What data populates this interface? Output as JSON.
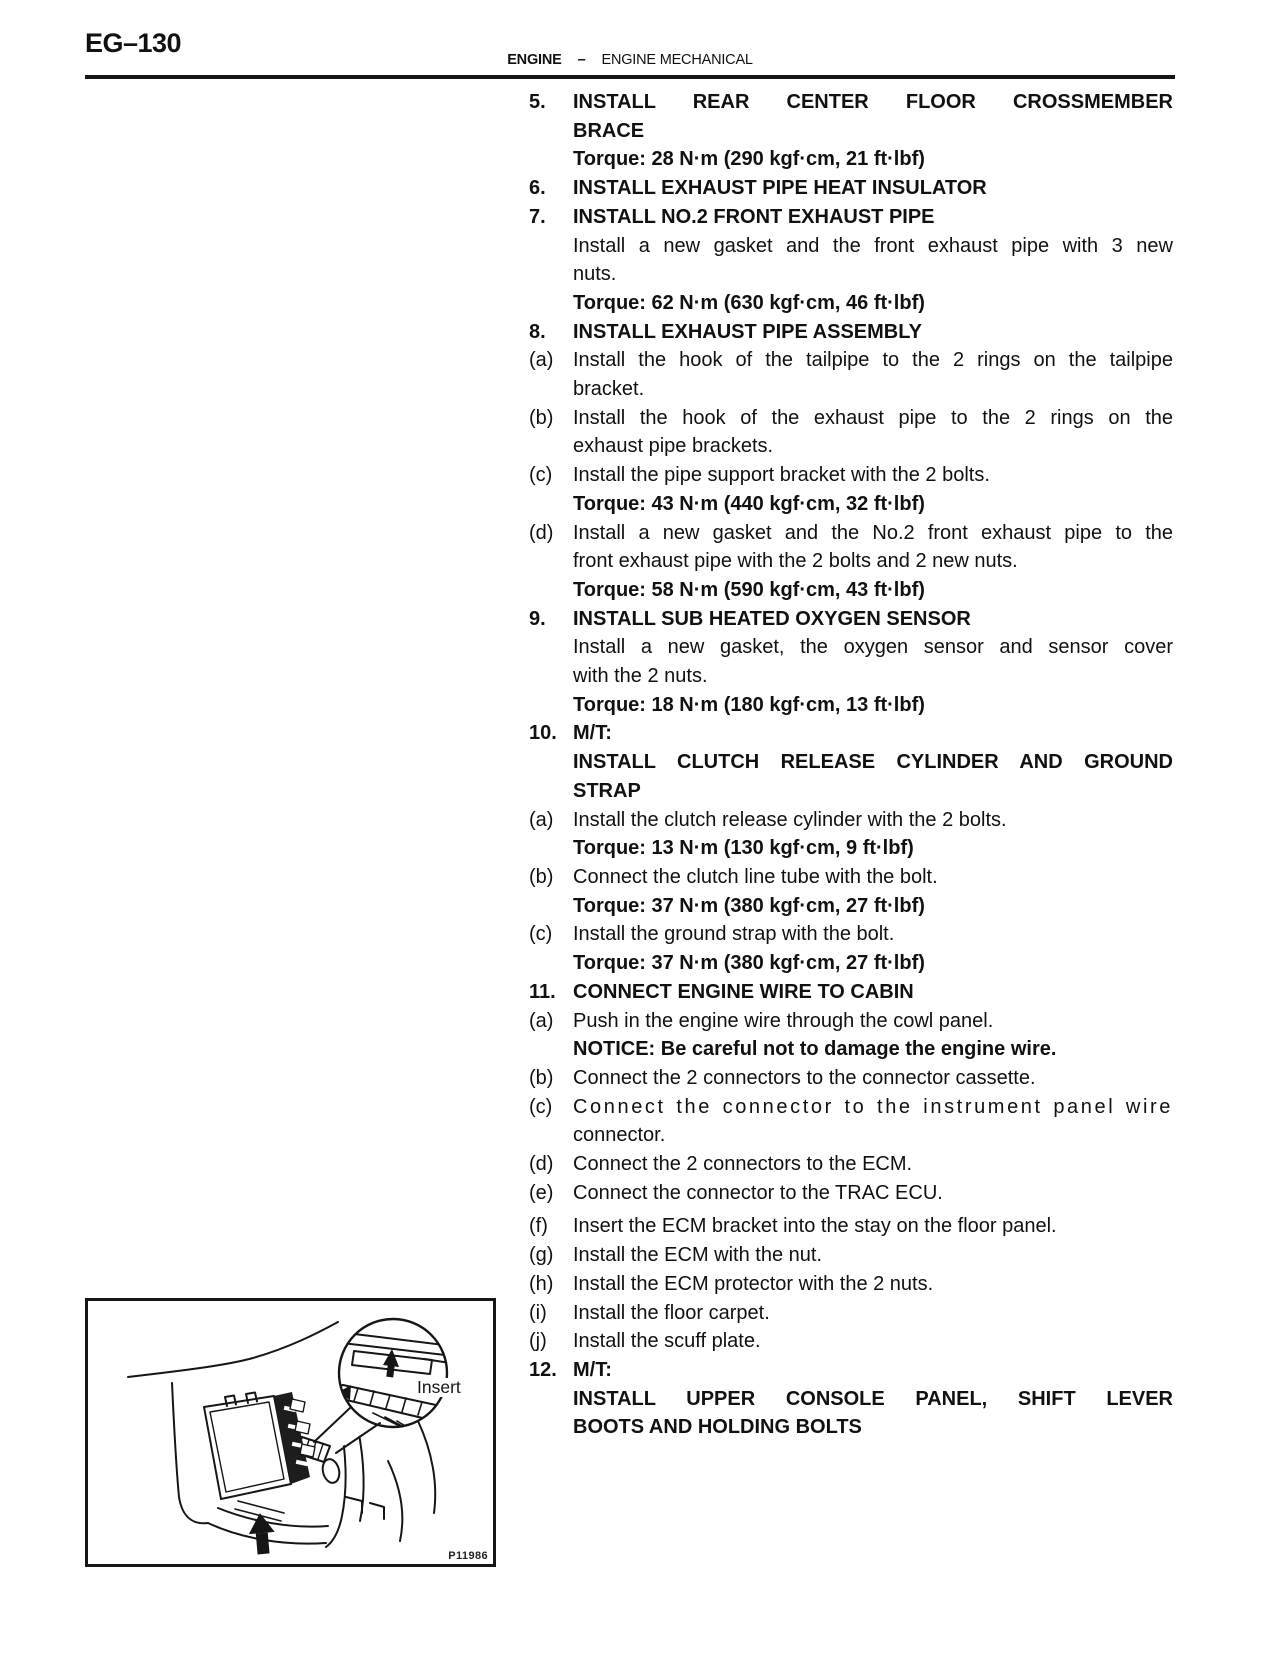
{
  "page": {
    "code": "EG–130",
    "section": "ENGINE",
    "separator": "–",
    "subsection": "ENGINE MECHANICAL"
  },
  "colors": {
    "ink": "#161616",
    "paper": "#ffffff"
  },
  "rows": [
    {
      "m": "5.",
      "t": "INSTALL REAR CENTER FLOOR CROSSMEMBER",
      "s": "h",
      "j": true
    },
    {
      "m": "",
      "t": "BRACE",
      "s": "h"
    },
    {
      "m": "",
      "t": "Torque: 28 N·m (290 kgf·cm, 21 ft·lbf)",
      "s": "t"
    },
    {
      "m": "6.",
      "t": "INSTALL EXHAUST PIPE HEAT INSULATOR",
      "s": "h"
    },
    {
      "m": "7.",
      "t": "INSTALL NO.2 FRONT EXHAUST PIPE",
      "s": "h"
    },
    {
      "m": "",
      "t": "Install a new gasket and the front exhaust pipe with 3 new",
      "s": "b",
      "j": true
    },
    {
      "m": "",
      "t": "nuts.",
      "s": "b"
    },
    {
      "m": "",
      "t": "Torque: 62 N·m (630 kgf·cm, 46 ft·lbf)",
      "s": "t"
    },
    {
      "m": "8.",
      "t": "INSTALL EXHAUST PIPE ASSEMBLY",
      "s": "h"
    },
    {
      "m": "(a)",
      "t": "Install the hook of the tailpipe to the 2 rings on the tailpipe",
      "s": "b",
      "j": true
    },
    {
      "m": "",
      "t": "bracket.",
      "s": "b"
    },
    {
      "m": "(b)",
      "t": "Install the hook of the exhaust pipe to the 2 rings on the",
      "s": "b",
      "j": true
    },
    {
      "m": "",
      "t": "exhaust pipe brackets.",
      "s": "b"
    },
    {
      "m": "(c)",
      "t": "Install the pipe support bracket with the 2 bolts.",
      "s": "b"
    },
    {
      "m": "",
      "t": "Torque: 43 N·m (440 kgf·cm, 32 ft·lbf)",
      "s": "t"
    },
    {
      "m": "(d)",
      "t": "Install a new gasket and the No.2 front exhaust pipe to the",
      "s": "b",
      "j": true
    },
    {
      "m": "",
      "t": "front exhaust pipe with the 2 bolts and 2 new nuts.",
      "s": "b"
    },
    {
      "m": "",
      "t": "Torque: 58 N·m (590 kgf·cm, 43 ft·lbf)",
      "s": "t"
    },
    {
      "m": "9.",
      "t": "INSTALL SUB HEATED OXYGEN SENSOR",
      "s": "h"
    },
    {
      "m": "",
      "t": "Install a new gasket, the oxygen sensor and sensor cover",
      "s": "b",
      "j": true
    },
    {
      "m": "",
      "t": "with the 2 nuts.",
      "s": "b"
    },
    {
      "m": "",
      "t": "Torque: 18 N·m (180 kgf·cm, 13 ft·lbf)",
      "s": "t"
    },
    {
      "m": "10.",
      "t": "M/T:",
      "s": "h"
    },
    {
      "m": "",
      "t": "INSTALL CLUTCH RELEASE CYLINDER AND GROUND",
      "s": "h",
      "j": true
    },
    {
      "m": "",
      "t": "STRAP",
      "s": "h"
    },
    {
      "m": "(a)",
      "t": "Install the clutch release cylinder with the 2 bolts.",
      "s": "b"
    },
    {
      "m": "",
      "t": "Torque: 13 N·m (130 kgf·cm, 9 ft·lbf)",
      "s": "t"
    },
    {
      "m": "(b)",
      "t": "Connect the clutch line tube with the bolt.",
      "s": "b"
    },
    {
      "m": "",
      "t": "Torque: 37 N·m (380 kgf·cm, 27 ft·lbf)",
      "s": "t"
    },
    {
      "m": "(c)",
      "t": "Install the ground strap with the bolt.",
      "s": "b"
    },
    {
      "m": "",
      "t": "Torque: 37 N·m (380 kgf·cm, 27 ft·lbf)",
      "s": "t"
    },
    {
      "m": "11.",
      "t": "CONNECT ENGINE WIRE TO CABIN",
      "s": "h"
    },
    {
      "m": "(a)",
      "t": "Push in the engine wire through the cowl panel.",
      "s": "b"
    },
    {
      "m": "",
      "t": "NOTICE: Be careful not to damage the engine wire.",
      "s": "n"
    },
    {
      "m": "(b)",
      "t": "Connect the 2 connectors to the connector cassette.",
      "s": "b"
    },
    {
      "m": "(c)",
      "t": "Connect the connector to the instrument panel wire",
      "s": "b",
      "ls": true
    },
    {
      "m": "",
      "t": "connector.",
      "s": "b"
    },
    {
      "m": "(d)",
      "t": "Connect the 2 connectors to the ECM.",
      "s": "b"
    },
    {
      "m": "(e)",
      "t": "Connect the connector to the TRAC ECU.",
      "s": "b"
    },
    {
      "m": "(f)",
      "t": "Insert the ECM bracket into the stay on the floor panel.",
      "s": "b",
      "g": true
    },
    {
      "m": "(g)",
      "t": "Install the ECM with the nut.",
      "s": "b"
    },
    {
      "m": "(h)",
      "t": "Install the ECM protector with the 2 nuts.",
      "s": "b"
    },
    {
      "m": "(i)",
      "t": "Install the floor carpet.",
      "s": "b"
    },
    {
      "m": "(j)",
      "t": "Install the scuff plate.",
      "s": "b"
    },
    {
      "m": "12.",
      "t": "M/T:",
      "s": "h"
    },
    {
      "m": "",
      "t": "INSTALL UPPER CONSOLE PANEL, SHIFT LEVER",
      "s": "h",
      "j": true
    },
    {
      "m": "",
      "t": "BOOTS AND HOLDING BOLTS",
      "s": "h"
    }
  ],
  "figure": {
    "insert_label": "Insert",
    "part_code": "P11986"
  }
}
